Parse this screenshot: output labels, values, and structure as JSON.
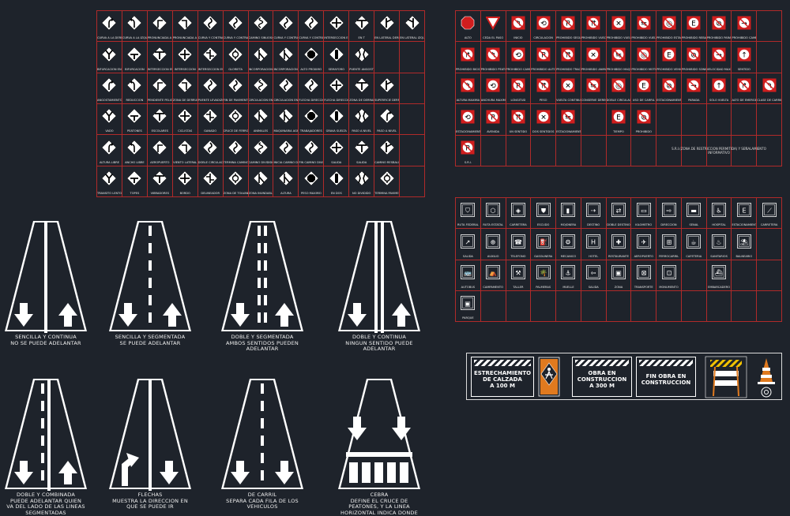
{
  "preventive_signs": {
    "labels": [
      "CURVA A LA DERECHA",
      "CURVA A LA IZQUIERDA",
      "PRONUNCIADA A LA DERECHA",
      "PRONUNCIADA A LA IZQUIERDA",
      "CURVA Y CONTRACURVA",
      "CURVA Y CONTRACURVA",
      "CAMINO SINUOSO",
      "CURVA Y CONTRACURVA",
      "CURVA Y CONTRACURVA",
      "INTERSECCION EN CRUZ",
      "EN T",
      "EN LATERAL DERECHA",
      "EN LATERAL IZQUIERDA",
      "BIFURCACION EN Y",
      "BIFURCACION",
      "INTERSECCION EN T",
      "INTERSECCION",
      "INTERSECCION ESCALONADA",
      "GLORIETA",
      "INCORPORACION DE TRANSITO",
      "INCORPORACION DE TRANSITO",
      "ALTO PROXIMO",
      "SEMAFORO",
      "PUENTE ANGOSTO",
      "",
      "",
      "ANGOSTAMIENTO",
      "REDUCCION",
      "PENDIENTE PELIGROSA",
      "ZONA DE DERRUMBE",
      "PUENTE LEVADIZO",
      "FIN DE PAVIMENTO",
      "CIRCULACION EN DOS SENTIDOS",
      "CIRCULACION EN UN SENTIDO",
      "FLECHA DIRECCIONAL",
      "FLECHA DIRECCIONAL DOBLE",
      "ZONA DE DERRAPE",
      "SUPERFICIE DERRAPANTE",
      "",
      "VADO",
      "PEATONES",
      "ESCOLARES",
      "CICLISTAS",
      "GANADO",
      "CRUCE DE FERROCARRIL",
      "ANIMALES",
      "MAQUINARIA AGRICOLA",
      "TRABAJADORES",
      "GRAVA SUELTA",
      "PASO A NIVEL",
      "PASO A NIVEL",
      "",
      "ALTURA LIBRE",
      "ANCHO LIBRE",
      "AEROPUERTO",
      "VIENTO LATERAL",
      "DOBLE CIRCULACION",
      "TERMINA CAMINO",
      "CAMINO DIVIDIDO",
      "INICIA CAMINO DIVIDIDO",
      "FIN CAMINO DIVIDIDO",
      "SALIDA",
      "SALIDA",
      "CAMINO RESBALOSO",
      "",
      "TRANSITO LENTO",
      "TOPES",
      "VIBRADORES",
      "BORDO",
      "DELINEADOR",
      "ZONA DE TOLVANERAS",
      "ZONA INUNDABLE",
      "ALTURA",
      "PESO MAXIMO",
      "EN DOS",
      "NO DIVIDIDO",
      "TERMINA PAVIMENTO",
      ""
    ]
  },
  "restrictive_signs": {
    "labels": [
      "ALTO",
      "CEDA EL PASO",
      "INICIO",
      "CIRCULACION",
      "PROHIBIDO SEGUIR DE FRENTE",
      "PROHIBIDO VUELTA A LA DERECHA",
      "PROHIBIDO VUELTA A LA IZQUIERDA",
      "PROHIBIDO VUELTA EN U",
      "PROHIBIDO ESTACIONARSE",
      "PROHIBIDO REBASAR",
      "PROHIBIDO PARADA",
      "PROHIBIDO CAMBIO DE CARRIL",
      "",
      "PROHIBIDO BICICLETAS",
      "PROHIBIDO PEATONES",
      "PROHIBIDO CAMIONES",
      "PROHIBIDO AUTOBUSES",
      "PROHIBIDO TRACCION",
      "PROHIBIDO ANIMALES",
      "PROHIBIDO MAQUINARIA",
      "PROHIBIDO MOTOCICLETAS",
      "PROHIBIDO VEHICULOS",
      "PROHIBIDO SONIDO",
      "VELOCIDAD MAXIMA",
      "SENTIDO",
      "",
      "ALTURA MAXIMA",
      "ANCHURA MAXIMA",
      "LONGITUD",
      "PESO",
      "VUELTA CONTINUA",
      "CONSERVE DERECHA",
      "DOBLE CIRCULACION",
      "USO DE CARRIL",
      "ESTACIONAMIENTO",
      "PARADA",
      "SOLO VUELTA",
      "ALTO DE EMERGENCIA",
      "CLASE DE CARRIL",
      "ESTACIONAMIENTO",
      "AVENIDA",
      "UN SENTIDO",
      "DOS SENTIDOS",
      "ESTACIONAMIENTO PERMITIDO",
      "",
      "TIEMPO",
      "PROHIBIDO",
      "",
      "",
      "",
      "",
      "",
      "S.R.I."
    ],
    "note": "S.R.I.(ZONA DE RESTRICCION PERMITIDA) Y SEÑALAMIENTO INFORMATIVO"
  },
  "informative_signs": {
    "labels": [
      "RUTA FEDERAL",
      "RUTA ESTATAL",
      "CARRETERA",
      "ESCUDO",
      "MOJONERA",
      "DESTINO",
      "DOBLE DESTINO",
      "KILOMETRO",
      "DIRECCION",
      "SEÑAL",
      "HOSPITAL",
      "ESTACIONAMIENTO",
      "CARRETERA",
      "SALIDA",
      "AUXILIO",
      "TELEFONO",
      "GASOLINERA",
      "MECANICO",
      "HOTEL",
      "RESTAURANTE",
      "AEROPUERTO",
      "FERROCARRIL",
      "CAFETERIA",
      "SANITARIOS",
      "BALNEARIO",
      "",
      "AUTOBUS",
      "CAMPAMENTO",
      "TALLER",
      "PALMERAS",
      "MUELLE",
      "SALIDA",
      "ZONA",
      "TRANSPORTE",
      "MONUMENTO",
      "",
      "EMBARCADERO",
      "",
      "",
      "PARQUE",
      "",
      "",
      "",
      "",
      "",
      "",
      "",
      "",
      "",
      "",
      "",
      ""
    ]
  },
  "work_zone": {
    "box1": [
      "ESTRECHAMIENTO",
      "DE CALZADA",
      "A 100 M"
    ],
    "box2": [
      "OBRA EN",
      "CONSTRUCCION",
      "A 300 M"
    ],
    "box3": [
      "FIN OBRA EN",
      "CONSTRUCCION"
    ]
  },
  "road_markings": [
    {
      "caption": [
        "SENCILLA Y CONTINUA",
        "NO SE PUEDE ADELANTAR"
      ]
    },
    {
      "caption": [
        "SENCILLA Y SEGMENTADA",
        "SE PUEDE ADELANTAR"
      ]
    },
    {
      "caption": [
        "DOBLE Y SEGMENTADA",
        "AMBOS SENTIDOS PUEDEN",
        "ADELANTAR"
      ]
    },
    {
      "caption": [
        "DOBLE Y CONTINUA",
        "NINGUN SENTIDO PUEDE",
        "ADELANTAR"
      ]
    },
    {
      "caption": [
        "DOBLE Y COMBINADA",
        "PUEDE ADELANTAR QUIEN",
        "VA DEL LADO DE LAS LINEAS",
        "SEGMENTADAS"
      ]
    },
    {
      "caption": [
        "FLECHAS",
        "MUESTRA LA DIRECCION EN",
        "QUE SE PUEDE IR"
      ]
    },
    {
      "caption": [
        "DE CARRIL",
        "SEPARA CADA FILA DE LOS",
        "VEHICULOS"
      ]
    },
    {
      "caption": [
        "CEBRA",
        "DEFINE EL CRUCE DE",
        "PEATONES, Y LA LINEA",
        "HORIZONTAL INDICA DONDE"
      ]
    }
  ],
  "colors": {
    "background": "#1e232b",
    "grid": "#b02a2a",
    "restrictive": "#d01e1e",
    "sign_white": "#ffffff",
    "accent_yellow": "#f2c200",
    "accent_orange": "#e07a1f"
  }
}
